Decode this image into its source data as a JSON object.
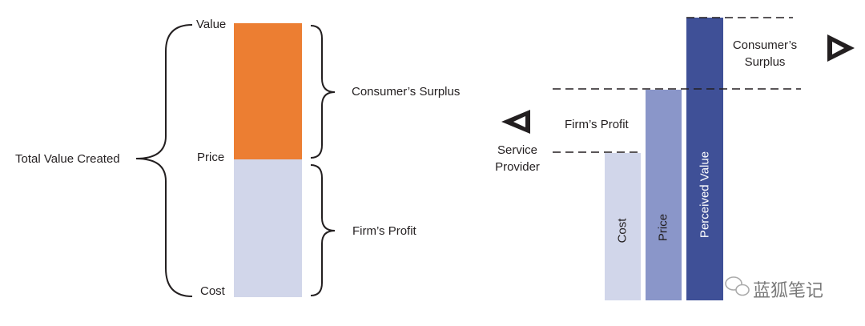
{
  "left_diagram": {
    "value_label": "Value",
    "price_label": "Price",
    "cost_label": "Cost",
    "total_label": "Total Value Created",
    "surplus_label": "Consumer’s Surplus",
    "profit_label": "Firm’s Profit",
    "surplus_color": "#ec7e32",
    "profit_color": "#d1d6ea"
  },
  "right_diagram": {
    "consumer_surplus_line1": "Consumer’s",
    "consumer_surplus_line2": "Surplus",
    "firm_profit_label": "Firm’s Profit",
    "provider_line1": "Service",
    "provider_line2": "Provider",
    "bars": [
      {
        "label": "Cost",
        "color": "#d1d6ea",
        "text_color": "#231f20"
      },
      {
        "label": "Price",
        "color": "#8a96c9",
        "text_color": "#231f20"
      },
      {
        "label": "Perceived Value",
        "color": "#3f5097",
        "text_color": "#ffffff"
      }
    ],
    "provider_icon": "service-provider-eye-icon",
    "consumer_icon": "consumer-eye-icon"
  },
  "watermark": {
    "icon": "wechat-icon",
    "text": "蓝狐笔记"
  }
}
